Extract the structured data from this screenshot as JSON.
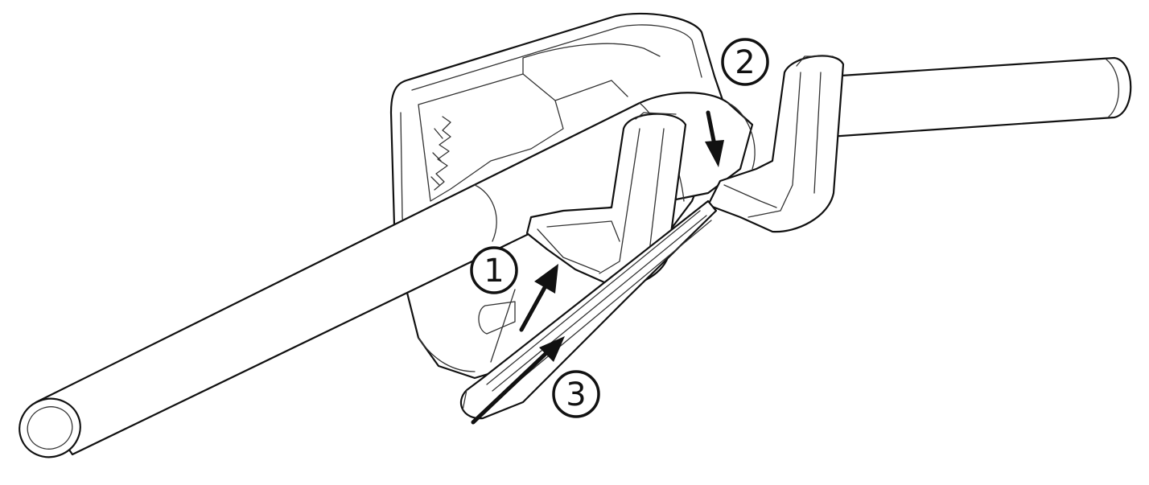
{
  "callouts": {
    "one": {
      "label": "1"
    },
    "two": {
      "label": "2"
    },
    "three": {
      "label": "3"
    }
  },
  "colors": {
    "line": "#111111",
    "background": "#ffffff"
  }
}
